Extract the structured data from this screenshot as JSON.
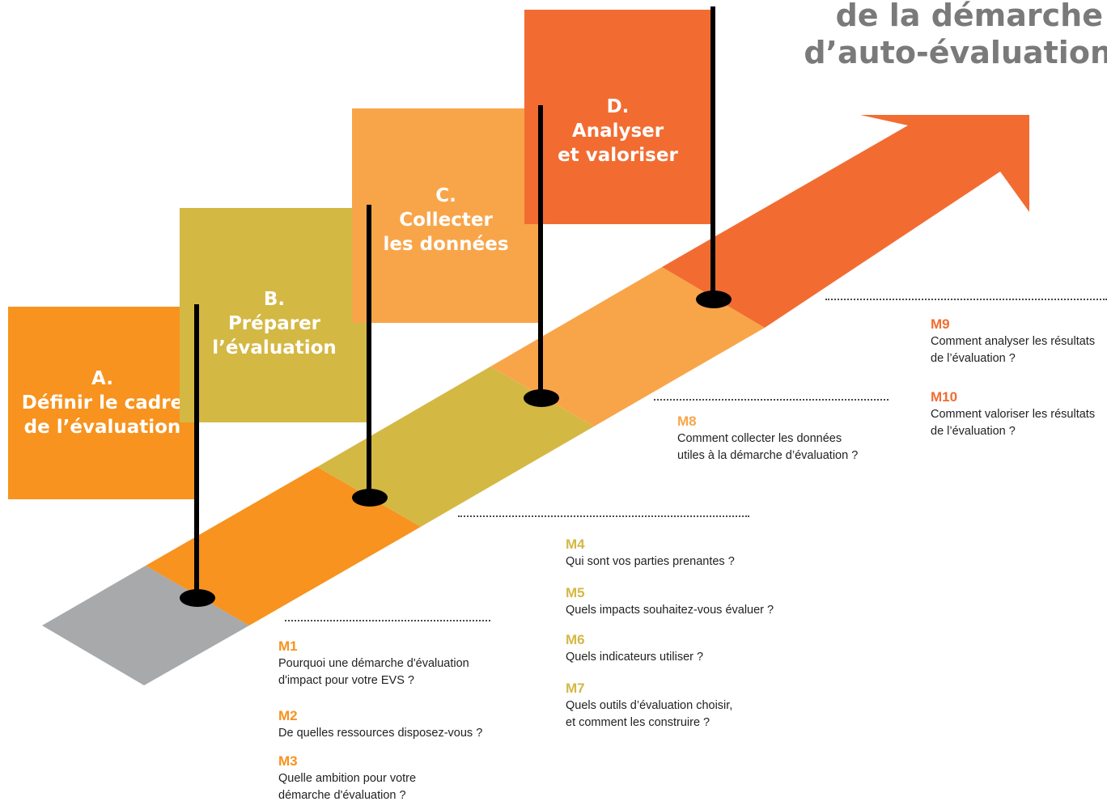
{
  "title": {
    "line1": "de la démarche",
    "line2": "d’auto-évaluation"
  },
  "colors": {
    "grey": "#A7A9AB",
    "orange": "#F7931E",
    "olive": "#D4B844",
    "light_orange": "#F8A54A",
    "red_orange": "#F26C32",
    "dots": "#4A4A4A"
  },
  "flags": [
    {
      "letter": "A.",
      "lines": [
        "Définir le cadre",
        "de l’évaluation"
      ]
    },
    {
      "letter": "B.",
      "lines": [
        "Préparer",
        "l’évaluation"
      ]
    },
    {
      "letter": "C.",
      "lines": [
        "Collecter",
        "les données"
      ]
    },
    {
      "letter": "D.",
      "lines": [
        "Analyser",
        "et valoriser"
      ]
    }
  ],
  "modules": {
    "m1": {
      "code": "M1",
      "question": "Pourquoi une démarche d'évaluation\nd'impact pour votre EVS ?"
    },
    "m2": {
      "code": "M2",
      "question": "De quelles ressources disposez-vous ?"
    },
    "m3": {
      "code": "M3",
      "question": "Quelle ambition pour votre\ndémarche d'évaluation ?"
    },
    "m4": {
      "code": "M4",
      "question": "Qui sont vos parties prenantes ?"
    },
    "m5": {
      "code": "M5",
      "question": "Quels impacts souhaitez-vous évaluer ?"
    },
    "m6": {
      "code": "M6",
      "question": "Quels indicateurs utiliser ?"
    },
    "m7": {
      "code": "M7",
      "question": "Quels outils d’évaluation choisir,\net comment les construire ?"
    },
    "m8": {
      "code": "M8",
      "question": "Comment collecter les données\nutiles à la démarche d’évaluation ?"
    },
    "m9": {
      "code": "M9",
      "question": "Comment analyser les résultats\nde l’évaluation ?"
    },
    "m10": {
      "code": "M10",
      "question": "Comment valoriser les résultats\nde l’évaluation ?"
    }
  }
}
